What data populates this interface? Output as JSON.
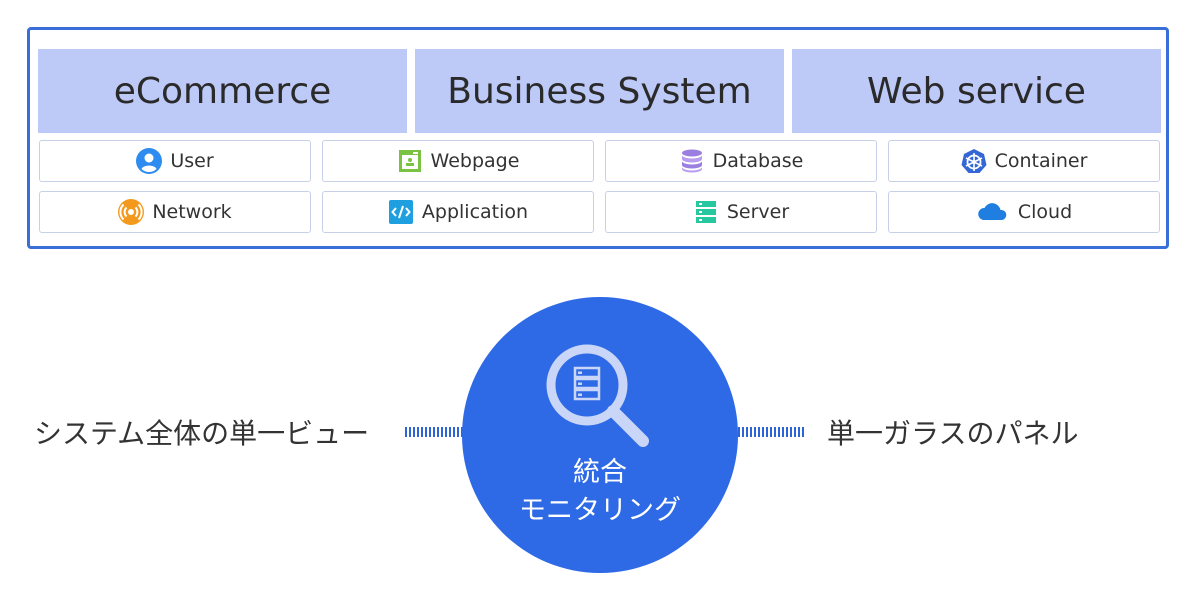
{
  "categories": [
    {
      "label": "eCommerce"
    },
    {
      "label": "Business System"
    },
    {
      "label": "Web service"
    }
  ],
  "items": [
    {
      "label": "User",
      "icon": "user-icon"
    },
    {
      "label": "Webpage",
      "icon": "webpage-icon"
    },
    {
      "label": "Database",
      "icon": "database-icon"
    },
    {
      "label": "Container",
      "icon": "container-icon"
    },
    {
      "label": "Network",
      "icon": "network-icon"
    },
    {
      "label": "Application",
      "icon": "application-icon"
    },
    {
      "label": "Server",
      "icon": "server-icon"
    },
    {
      "label": "Cloud",
      "icon": "cloud-icon"
    }
  ],
  "left_caption": "システム全体の単一ビュー",
  "right_caption": "単一ガラスのパネル",
  "center": {
    "line1": "統合",
    "line2": "モニタリング",
    "icon": "search-server-icon"
  },
  "colors": {
    "frame_border": "#3a6fd8",
    "category_bg": "#bdcaf8",
    "circle": "#2f6ae6",
    "dots": "#2e64d8"
  }
}
